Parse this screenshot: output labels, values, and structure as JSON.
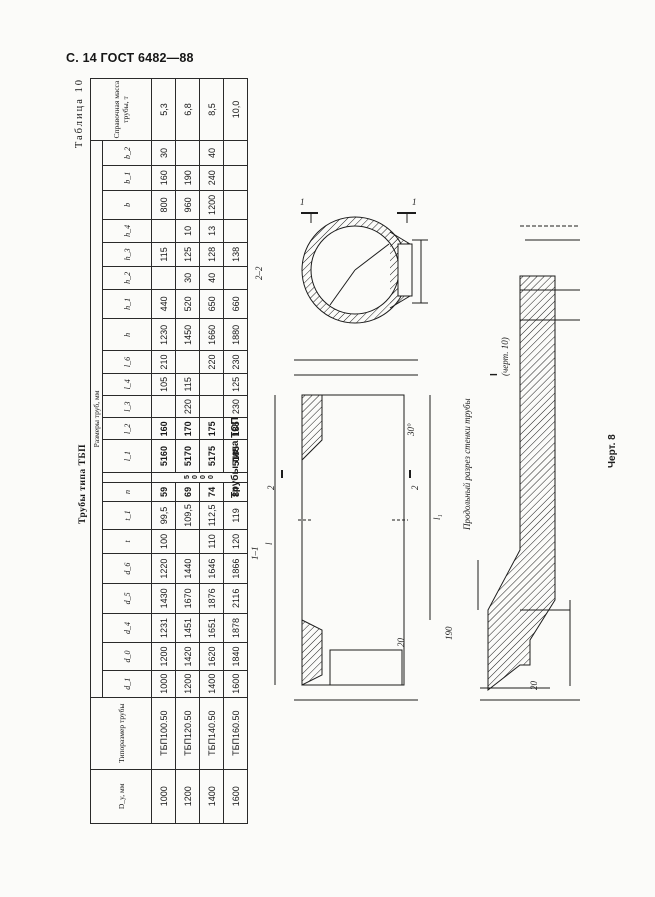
{
  "header": {
    "page_ref": "С. 14 ГОСТ 6482—88"
  },
  "table": {
    "number": "Таблица 10",
    "title": "Трубы типа ТБП",
    "col_group": "Размеры труб, мм",
    "columns": [
      "D_y, мм",
      "Типоразмер трубы",
      "d_1",
      "d_0",
      "d_4",
      "d_5",
      "d_6",
      "t",
      "t_1",
      "n",
      "l_1",
      "l_2",
      "l_3",
      "l_4",
      "l_6",
      "h",
      "h_1",
      "h_2",
      "h_3",
      "h_4",
      "b",
      "b_1",
      "b_2",
      "Справочная масса трубы, т"
    ],
    "rows": [
      {
        "dy": "1000",
        "size": "ТБП100.50",
        "d1": "1000",
        "d0": "1200",
        "d4": "1231",
        "d5": "1430",
        "d6": "1220",
        "t": "100",
        "t1": "99,5",
        "n": "59",
        "l1": "5160",
        "l2": "160",
        "l3": "",
        "l4": "105",
        "l6": "210",
        "h": "1230",
        "h1": "440",
        "h2": "",
        "h3": "115",
        "h4": "",
        "b": "800",
        "b1": "160",
        "b2": "30",
        "mass": "5,3"
      },
      {
        "dy": "1200",
        "size": "ТБП120.50",
        "d1": "1200",
        "d0": "1420",
        "d4": "1451",
        "d5": "1670",
        "d6": "1440",
        "t": "",
        "t1": "109,5",
        "n": "69",
        "l1": "5170",
        "l2": "170",
        "l3": "220",
        "l4": "115",
        "l6": "",
        "h": "1450",
        "h1": "520",
        "h2": "30",
        "h3": "125",
        "h4": "10",
        "b": "960",
        "b1": "190",
        "b2": "",
        "mass": "6,8"
      },
      {
        "dy": "1400",
        "size": "ТБП140.50",
        "d1": "1400",
        "d0": "1620",
        "d4": "1651",
        "d5": "1876",
        "d6": "1646",
        "t": "110",
        "t1": "112,5",
        "n": "74",
        "l1": "5175",
        "l2": "175",
        "l3": "",
        "l4": "",
        "l6": "220",
        "h": "1660",
        "h1": "650",
        "h2": "40",
        "h3": "128",
        "h4": "13",
        "b": "1200",
        "b1": "240",
        "b2": "40",
        "mass": "8,5"
      },
      {
        "dy": "1600",
        "size": "ТБП160.50",
        "d1": "1600",
        "d0": "1840",
        "d4": "1878",
        "d5": "2116",
        "d6": "1866",
        "t": "120",
        "t1": "119",
        "n": "84",
        "l1": "5185",
        "l2": "185",
        "l3": "230",
        "l4": "125",
        "l6": "230",
        "h": "1880",
        "h1": "660",
        "h2": "",
        "h3": "138",
        "h4": "",
        "b": "",
        "b1": "",
        "b2": "",
        "mass": "10,0"
      }
    ],
    "l_value": "5000"
  },
  "drawing": {
    "title": "Трубы типа ТСП",
    "section_label": "1–1",
    "cut_label": "2–2",
    "detail_label": "I",
    "detail_ref": "(черт. 10)",
    "profile_caption": "Продольный разрез стенки трубы",
    "figure_label": "Черт. 8",
    "angle": "30°",
    "dim_20": "20",
    "dim_190": "190",
    "dim_l1": "l",
    "dim_l2": "l₁",
    "marks": [
      "1",
      "2"
    ]
  }
}
